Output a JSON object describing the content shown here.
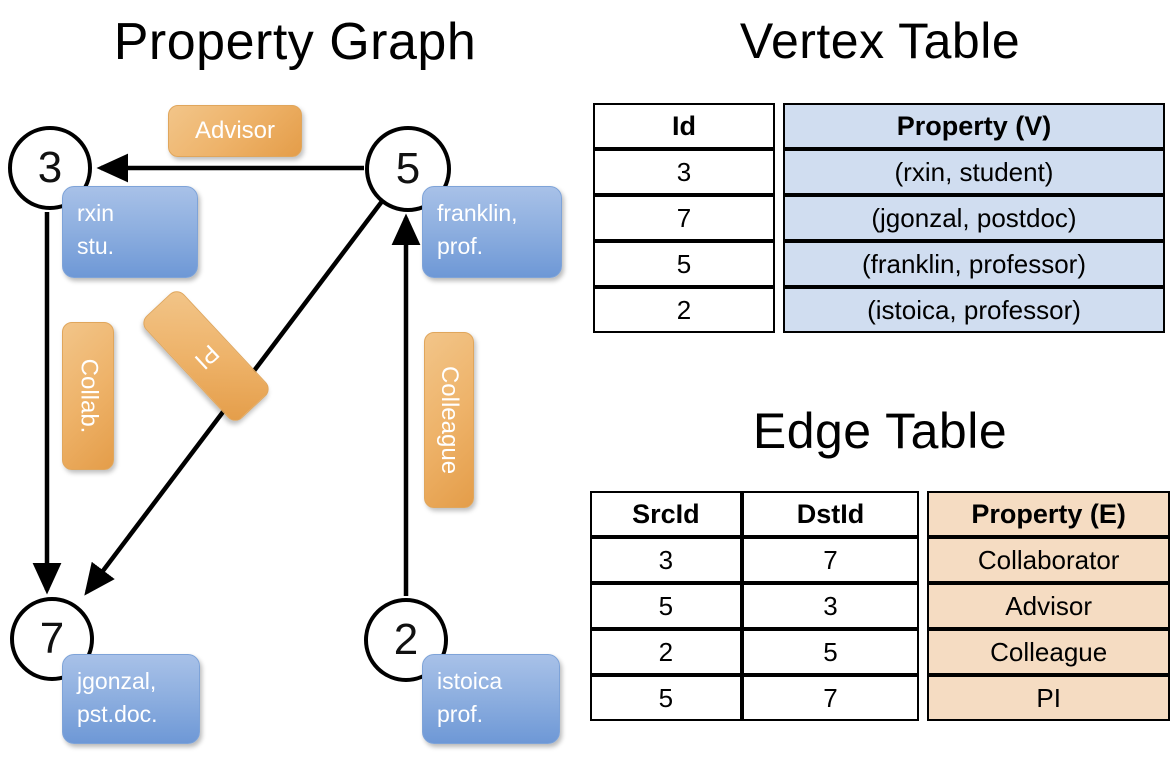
{
  "titles": {
    "property_graph": "Property Graph",
    "vertex_table": "Vertex Table",
    "edge_table": "Edge Table"
  },
  "graph": {
    "vertices": [
      {
        "id": "3",
        "name": "rxin",
        "role": "stu.",
        "label_lines": [
          "rxin",
          "stu."
        ]
      },
      {
        "id": "5",
        "name": "franklin",
        "role": "prof.",
        "label_lines": [
          "franklin,",
          "prof."
        ]
      },
      {
        "id": "7",
        "name": "jgonzal",
        "role": "pst.doc.",
        "label_lines": [
          "jgonzal,",
          "pst.doc."
        ]
      },
      {
        "id": "2",
        "name": "istoica",
        "role": "prof.",
        "label_lines": [
          "istoica",
          "prof."
        ]
      }
    ],
    "vertex_3_label": "3",
    "vertex_5_label": "5",
    "vertex_7_label": "7",
    "vertex_2_label": "2",
    "prop_rxin_line1": "rxin",
    "prop_rxin_line2": "stu.",
    "prop_franklin_line1": "franklin,",
    "prop_franklin_line2": "prof.",
    "prop_jgonzal_line1": "jgonzal,",
    "prop_jgonzal_line2": "pst.doc.",
    "prop_istoica_line1": "istoica",
    "prop_istoica_line2": "prof.",
    "edge_labels": {
      "advisor": "Advisor",
      "collab": "Collab.",
      "pi": "PI",
      "colleague": "Colleague"
    }
  },
  "vertex_table": {
    "headers": [
      "Id",
      "Property (V)"
    ],
    "header_id": "Id",
    "header_property": "Property (V)",
    "rows": [
      {
        "id": "3",
        "property": "(rxin, student)"
      },
      {
        "id": "7",
        "property": "(jgonzal, postdoc)"
      },
      {
        "id": "5",
        "property": "(franklin, professor)"
      },
      {
        "id": "2",
        "property": "(istoica, professor)"
      }
    ]
  },
  "edge_table": {
    "headers": [
      "SrcId",
      "DstId",
      "Property (E)"
    ],
    "header_srcid": "SrcId",
    "header_dstid": "DstId",
    "header_property": "Property (E)",
    "rows": [
      {
        "src": "3",
        "dst": "7",
        "property": "Collaborator"
      },
      {
        "src": "5",
        "dst": "3",
        "property": "Advisor"
      },
      {
        "src": "2",
        "dst": "5",
        "property": "Colleague"
      },
      {
        "src": "5",
        "dst": "7",
        "property": "PI"
      }
    ]
  },
  "colors": {
    "vertex_property_fill": "#d0ddf0",
    "edge_property_fill": "#f5dcc2",
    "node_box_blue": "#8fb0e0",
    "edge_label_orange": "#eeb36a",
    "stroke": "#000000",
    "background": "#ffffff"
  }
}
